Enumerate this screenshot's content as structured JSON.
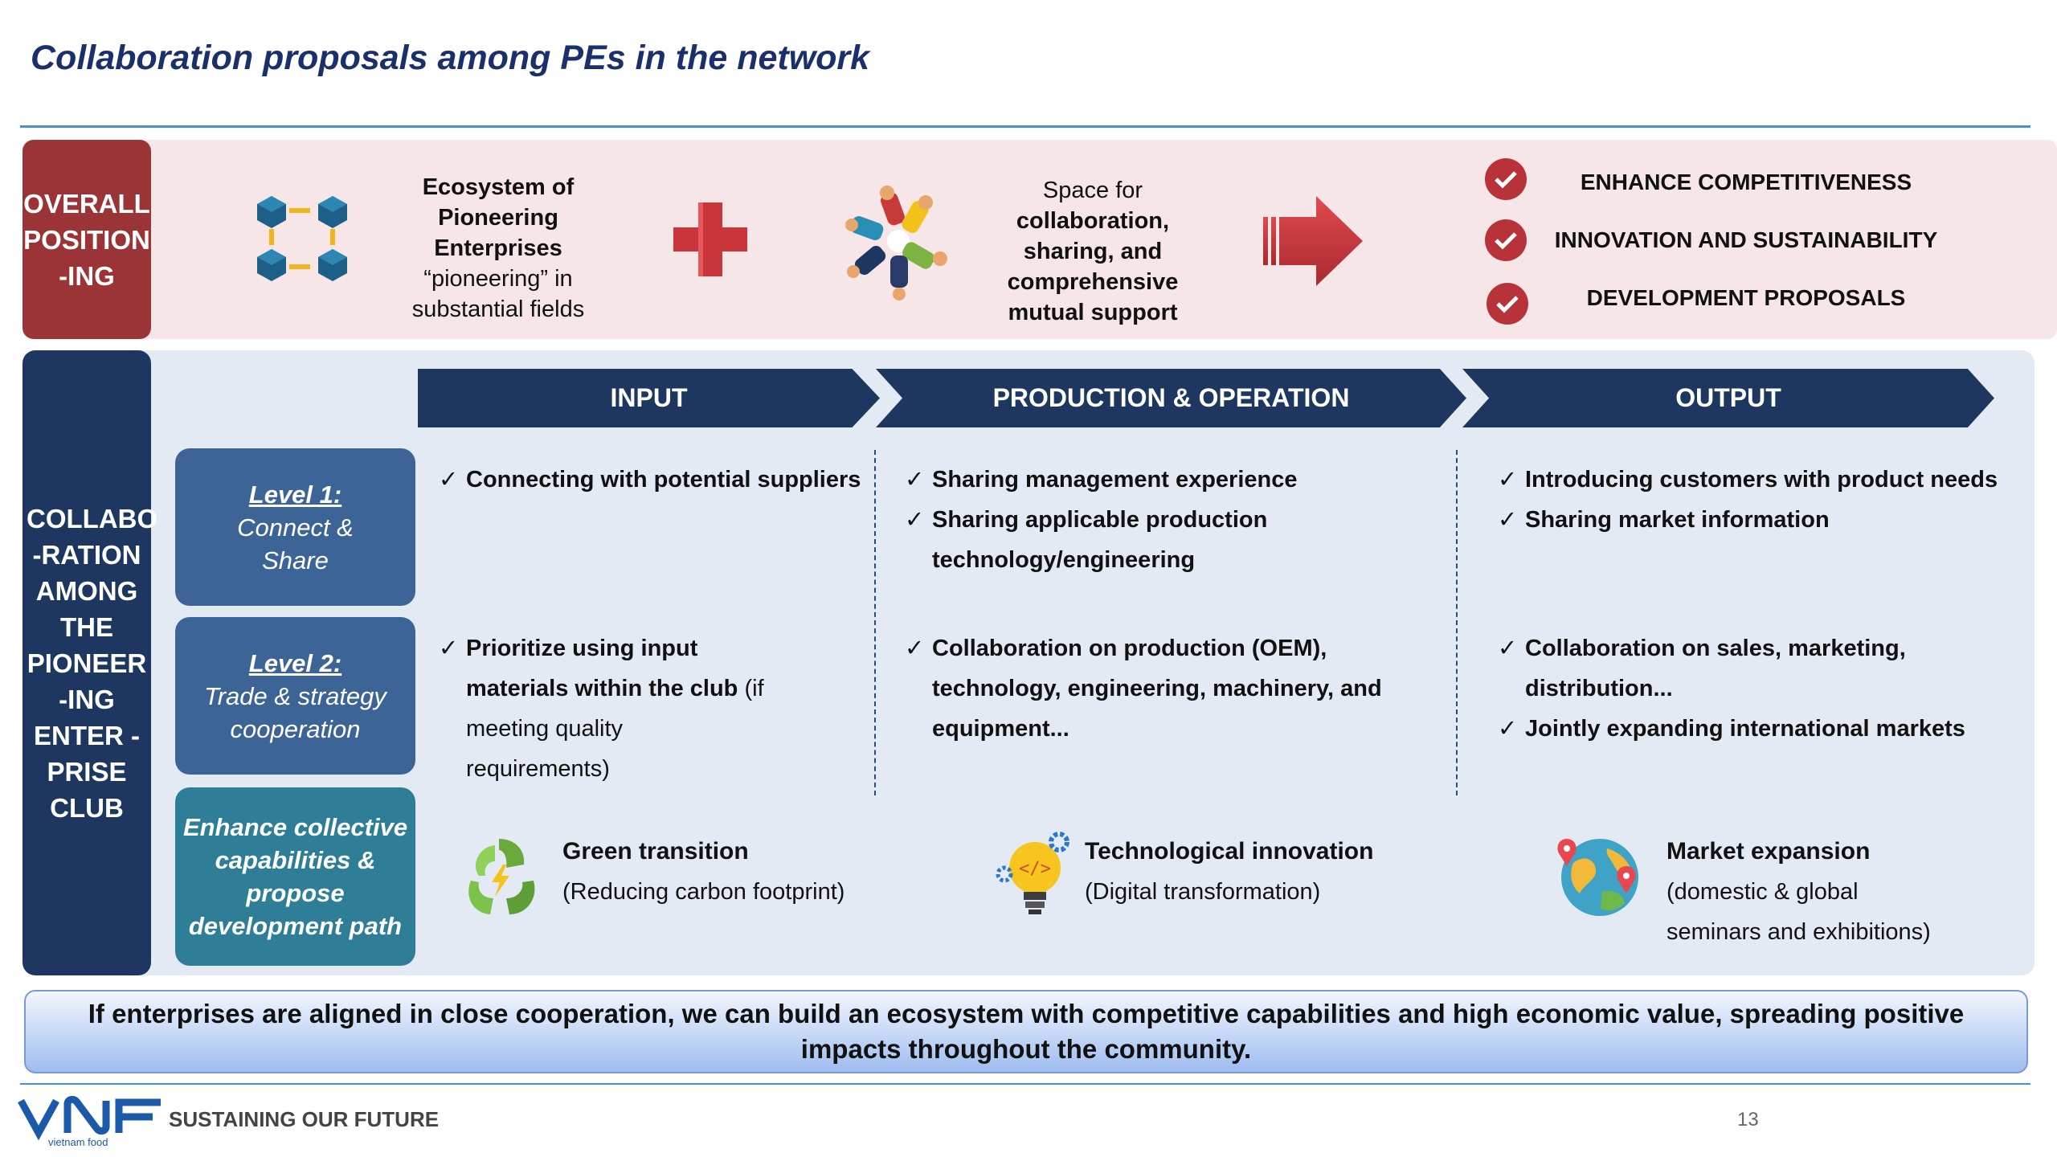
{
  "title": "Collaboration proposals among PEs in the network",
  "overall": {
    "label": "OVERALL POSITION -ING",
    "ecosystem_title": "Ecosystem of Pioneering Enterprises",
    "ecosystem_sub": "“pioneering” in substantial fields",
    "space_intro": "Space for",
    "space_main": "collaboration, sharing, and comprehensive mutual support",
    "goals": [
      "ENHANCE COMPETITIVENESS",
      "INNOVATION AND SUSTAINABILITY",
      "DEVELOPMENT PROPOSALS"
    ],
    "colors": {
      "label_bg": "#9b3436",
      "band_bg": "#f6e6e8",
      "plus": "#c9353b",
      "check": "#b8323a"
    }
  },
  "collab": {
    "label": "COLLABO -RATION AMONG THE PIONEER -ING ENTER -PRISE CLUB",
    "stages": [
      "INPUT",
      "PRODUCTION & OPERATION",
      "OUTPUT"
    ],
    "levels": [
      {
        "title": "Level 1:",
        "desc": "Connect & Share"
      },
      {
        "title": "Level 2:",
        "desc": "Trade & strategy cooperation"
      },
      {
        "title": "",
        "desc": "Enhance collective capabilities & propose development path"
      }
    ],
    "level1": {
      "input": [
        "Connecting with potential suppliers"
      ],
      "production": [
        "Sharing management experience",
        "Sharing applicable production technology/engineering"
      ],
      "output": [
        "Introducing customers with product needs",
        "Sharing market information"
      ]
    },
    "level2": {
      "input_bold": "Prioritize using input materials within the club",
      "input_note": "(if meeting quality requirements)",
      "production": [
        "Collaboration on production (OEM), technology, engineering, machinery, and equipment..."
      ],
      "output": [
        "Collaboration on sales, marketing, distribution...",
        "Jointly expanding international markets"
      ]
    },
    "level3": [
      {
        "icon": "recycle-leaves-icon",
        "title": "Green transition",
        "sub": "(Reducing carbon footprint)"
      },
      {
        "icon": "lightbulb-gear-icon",
        "title": "Technological innovation",
        "sub": "(Digital transformation)"
      },
      {
        "icon": "globe-pin-icon",
        "title": "Market expansion",
        "sub": "(domestic & global seminars and exhibitions)"
      }
    ],
    "check_mark": "✓",
    "colors": {
      "dark_navy": "#1d3760",
      "level_blue": "#3d6496",
      "level_teal": "#2e7e97",
      "band_bg": "#e3eaf3"
    }
  },
  "conclusion": "If enterprises are aligned in close cooperation, we can build an ecosystem with competitive capabilities and high economic value, spreading positive impacts throughout the community.",
  "footer": {
    "logo_text": "VNF",
    "logo_sub": "vietnam food",
    "slogan": "SUSTAINING OUR FUTURE",
    "page": "13"
  }
}
